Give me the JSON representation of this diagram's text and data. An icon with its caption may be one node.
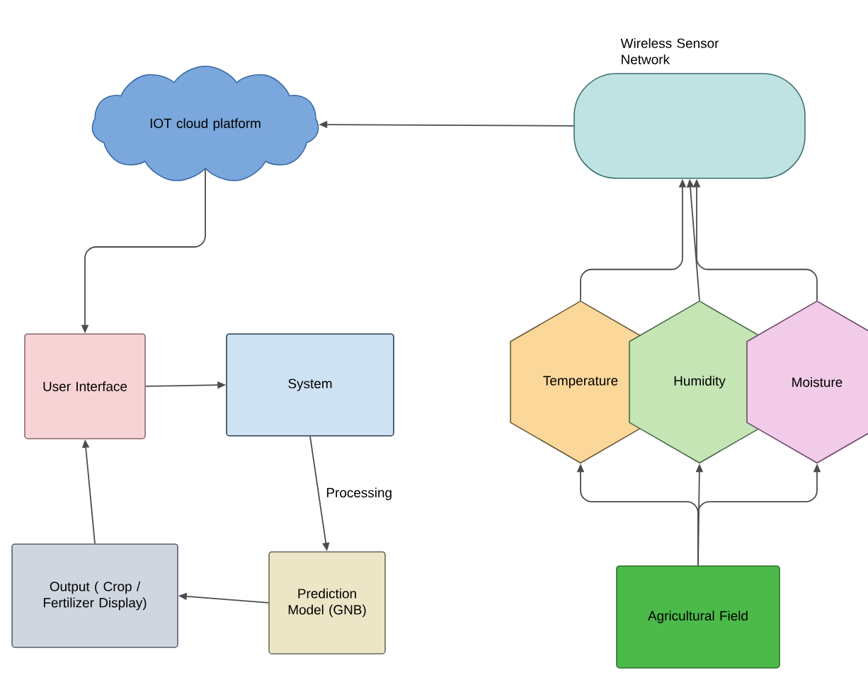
{
  "diagram": {
    "nodes": [
      {
        "text": [
          "IOT cloud platform"
        ]
      },
      {
        "text": [
          "Wireless Sensor Network"
        ]
      },
      {
        "text": [
          "User Interface"
        ]
      },
      {
        "text": [
          "System"
        ]
      },
      {
        "text": [
          "Temperature"
        ]
      },
      {
        "text": [
          "Humidity"
        ]
      },
      {
        "text": [
          "Moisture"
        ]
      },
      {
        "text": [
          "Output ( Crop / Fertilizer Display)"
        ]
      },
      {
        "text": [
          "Prediction Model (GNB)"
        ]
      },
      {
        "text": [
          "Agricultural Field"
        ]
      }
    ],
    "edges": [
      {
        "from": 1,
        "to": 0,
        "arrow": "to"
      },
      {
        "from": 0,
        "to": 2,
        "arrow": "to"
      },
      {
        "from": 2,
        "to": 3,
        "arrow": "to"
      },
      {
        "from": 3,
        "to": 8,
        "arrow": "to",
        "label": "Processing"
      },
      {
        "from": 8,
        "to": 7,
        "arrow": "to"
      },
      {
        "from": 7,
        "to": 2,
        "arrow": "to"
      },
      {
        "from": 4,
        "to": 1,
        "arrow": "to"
      },
      {
        "from": 5,
        "to": 1,
        "arrow": "to"
      },
      {
        "from": 6,
        "to": 1,
        "arrow": "to"
      },
      {
        "from": 9,
        "to": 4,
        "arrow": "to"
      },
      {
        "from": 9,
        "to": 5,
        "arrow": "to"
      },
      {
        "from": 9,
        "to": 6,
        "arrow": "to"
      }
    ]
  }
}
